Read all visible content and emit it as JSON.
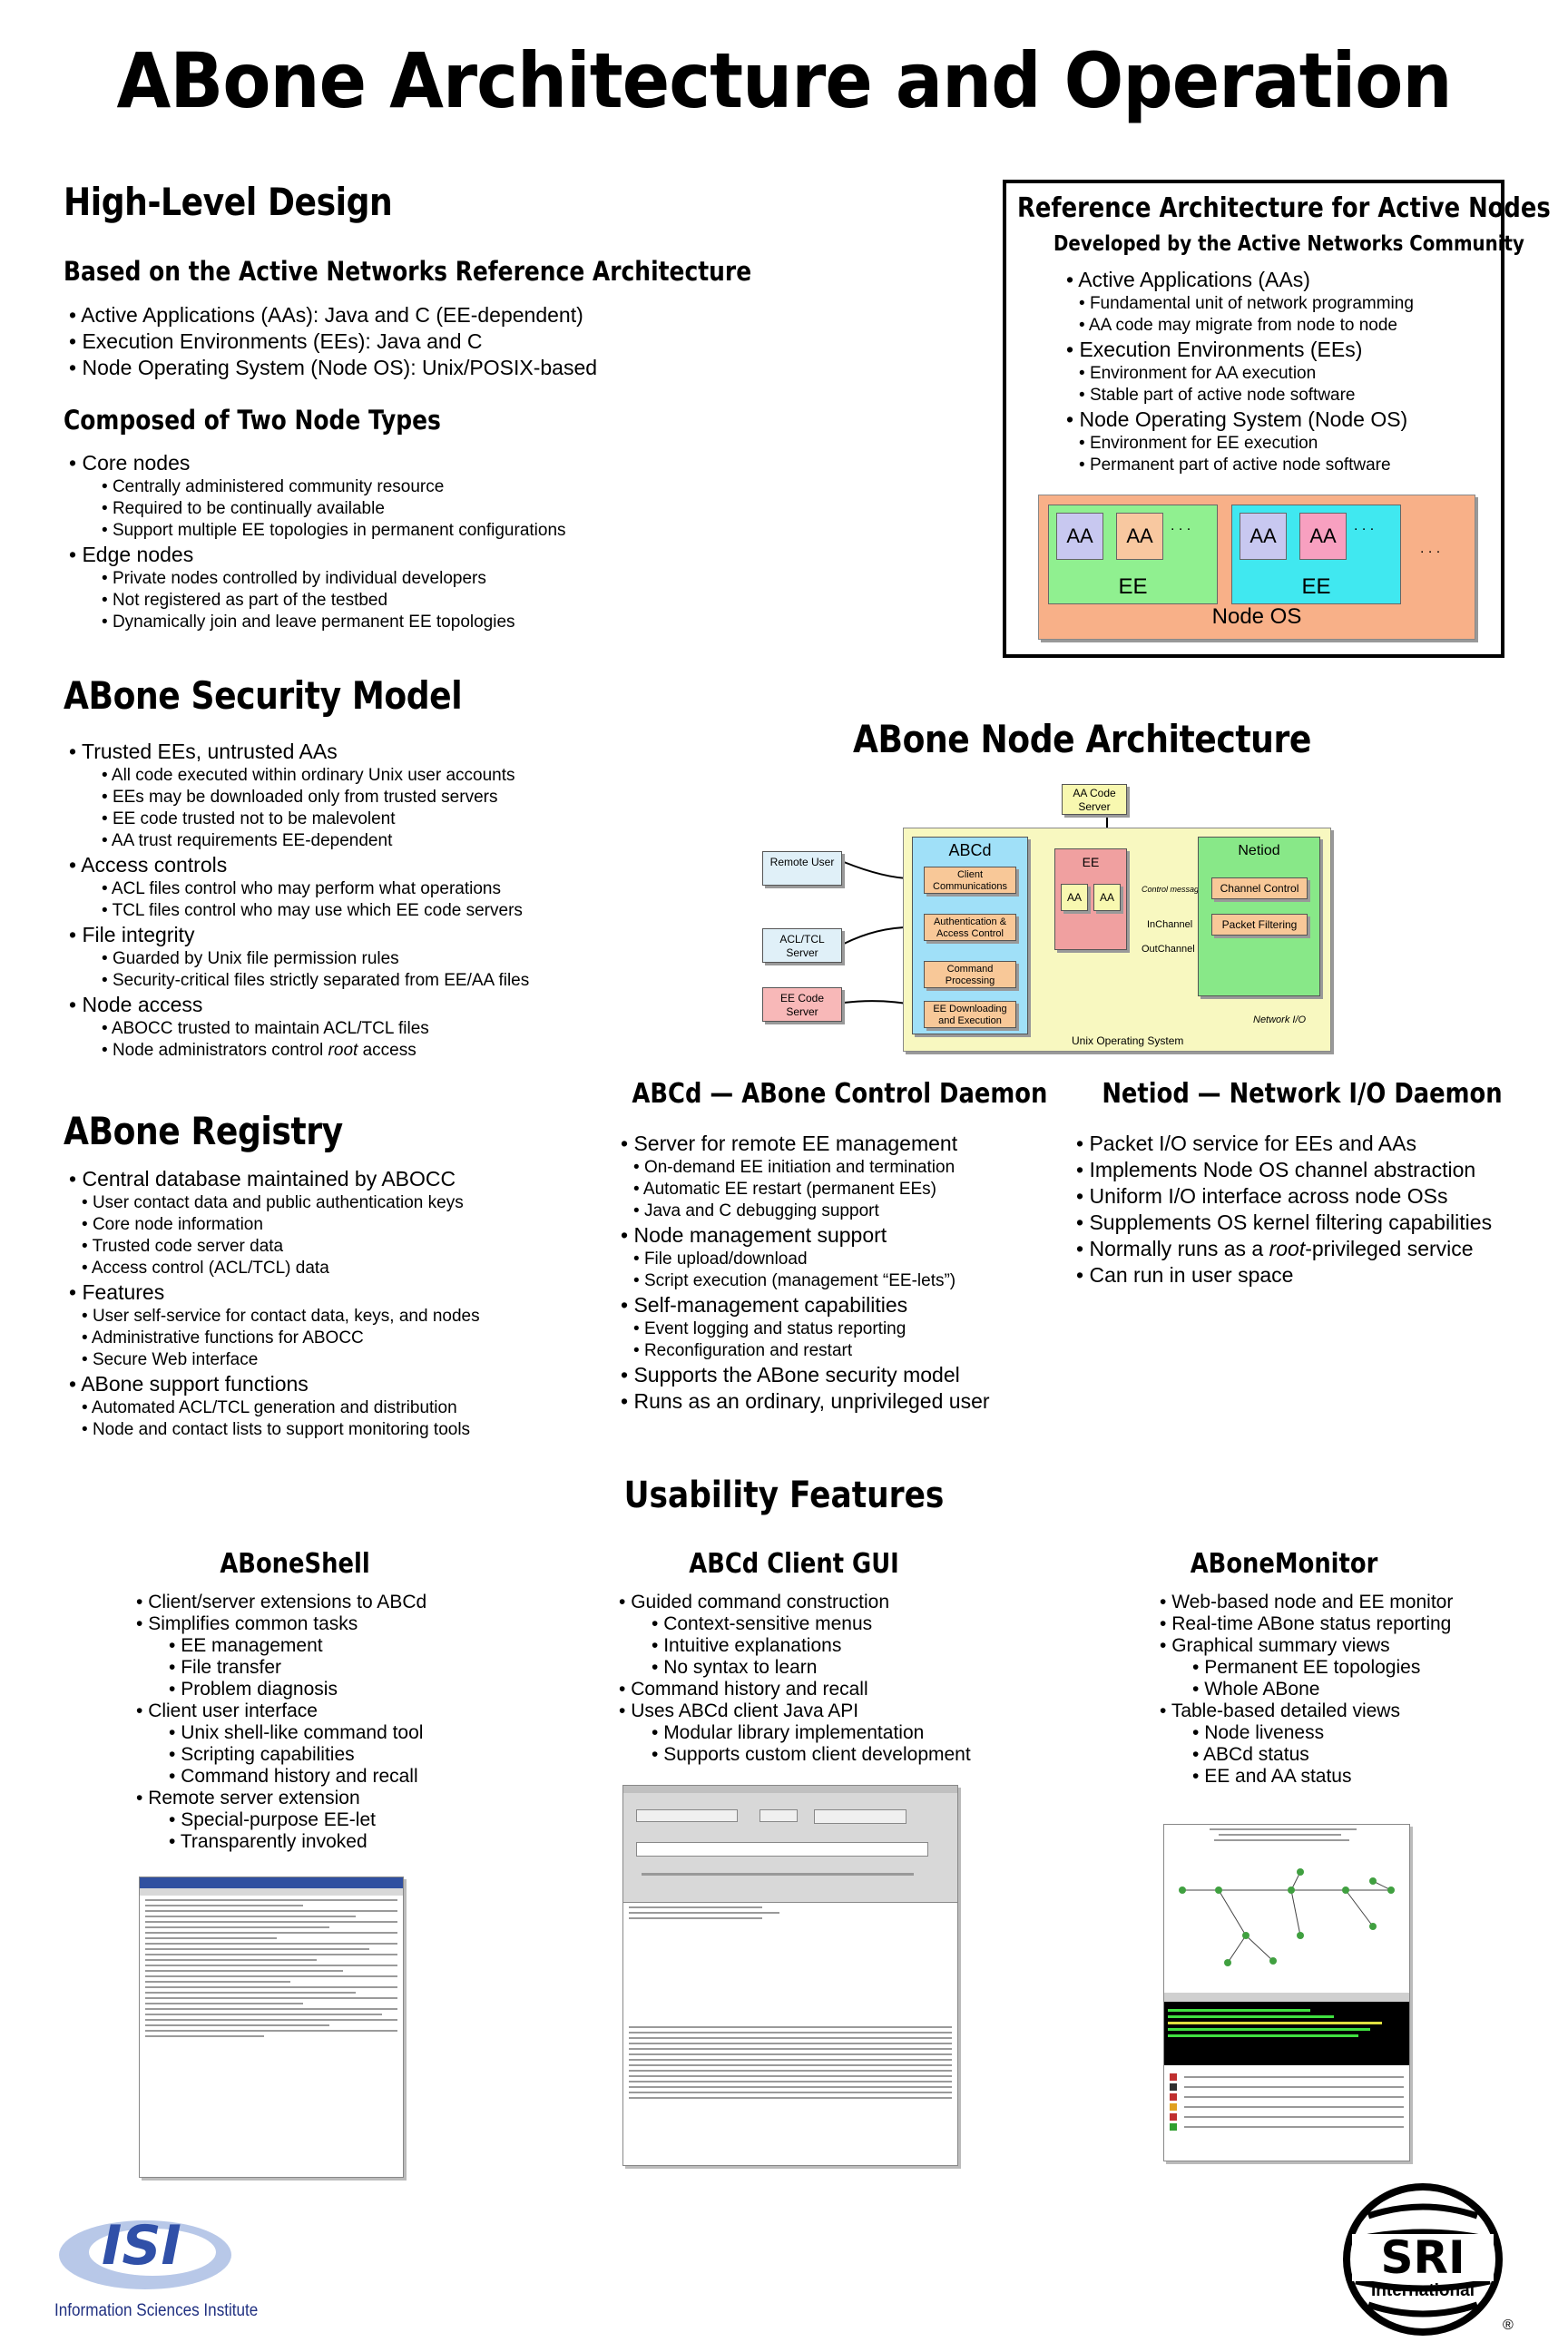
{
  "title": "ABone Architecture and Operation",
  "high_level": {
    "heading": "High-Level Design",
    "sub1": "Based on the Active Networks Reference Architecture",
    "sub1_items": [
      "Active Applications (AAs): Java and C (EE-dependent)",
      "Execution Environments (EEs): Java and C",
      "Node Operating System (Node OS): Unix/POSIX-based"
    ],
    "sub2": "Composed of Two Node Types",
    "core": "Core nodes",
    "core_items": [
      "Centrally administered community resource",
      "Required to be continually available",
      "Support multiple EE topologies in permanent configurations"
    ],
    "edge": "Edge nodes",
    "edge_items": [
      "Private nodes controlled by individual developers",
      "Not registered as part of the testbed",
      "Dynamically join and leave permanent EE topologies"
    ]
  },
  "reference": {
    "title": "Reference Architecture for Active Nodes",
    "subtitle": "Developed by the Active Networks Community",
    "aa": "Active Applications (AAs)",
    "aa_items": [
      "Fundamental unit of network programming",
      "AA code may migrate from node to node"
    ],
    "ee": "Execution Environments (EEs)",
    "ee_items": [
      "Environment for AA execution",
      "Stable part of active node software"
    ],
    "os": "Node Operating System (Node OS)",
    "os_items": [
      "Environment for EE execution",
      "Permanent part of active node software"
    ],
    "diagram": {
      "aa": "AA",
      "ee": "EE",
      "node_os": "Node OS",
      "dots": ". . ."
    }
  },
  "security": {
    "heading": "ABone Security Model",
    "g1": "Trusted EEs, untrusted AAs",
    "g1_items": [
      "All code executed within ordinary Unix user accounts",
      "EEs may be downloaded only from trusted servers",
      "EE code trusted not to be malevolent",
      "AA trust requirements EE-dependent"
    ],
    "g2": "Access controls",
    "g2_items": [
      "ACL files control who may perform what operations",
      "TCL files control who may use which EE code servers"
    ],
    "g3": "File integrity",
    "g3_items": [
      "Guarded by Unix file permission rules",
      "Security-critical files strictly separated from EE/AA files"
    ],
    "g4": "Node access",
    "g4_items": [
      "ABOCC trusted to maintain ACL/TCL files"
    ],
    "g4_last_pre": "Node administrators control ",
    "g4_last_em": "root",
    "g4_last_post": " access"
  },
  "node_arch": {
    "heading": "ABone Node Architecture",
    "aa_code_server": "AA Code Server",
    "remote_user": "Remote User",
    "acl_tcl_server": "ACL/TCL Server",
    "ee_code_server": "EE Code Server",
    "abcd": "ABCd",
    "client_comm": "Client Communications",
    "auth": "Authentication & Access Control",
    "cmd": "Command Processing",
    "ee_dl": "EE Downloading and Execution",
    "ee": "EE",
    "aa": "AA",
    "control_messages": "Control messages",
    "inchannel": "InChannel",
    "outchannel": "OutChannel",
    "netiod": "Netiod",
    "channel_control": "Channel Control",
    "packet_filtering": "Packet Filtering",
    "network_io": "Network I/O",
    "unix_os": "Unix Operating System"
  },
  "registry": {
    "heading": "ABone Registry",
    "g1": "Central database maintained by ABOCC",
    "g1_items": [
      "User contact data and public authentication keys",
      "Core node information",
      "Trusted code server data",
      "Access control (ACL/TCL) data"
    ],
    "g2": "Features",
    "g2_items": [
      "User self-service for contact data, keys, and nodes",
      "Administrative functions for ABOCC",
      "Secure Web interface"
    ],
    "g3": "ABone support functions",
    "g3_items": [
      "Automated ACL/TCL generation and distribution",
      "Node and contact lists to support monitoring tools"
    ]
  },
  "abcd": {
    "heading": "ABCd — ABone Control Daemon",
    "g1": "Server for remote EE management",
    "g1_items": [
      "On-demand EE initiation and termination",
      "Automatic EE restart (permanent EEs)",
      "Java and C debugging support"
    ],
    "g2": "Node management support",
    "g2_items": [
      "File upload/download",
      "Script execution (management “EE-lets”)"
    ],
    "g3": "Self-management capabilities",
    "g3_items": [
      "Event logging and status reporting",
      "Reconfiguration and restart"
    ],
    "g4": "Supports the ABone security model",
    "g5": "Runs as an ordinary, unprivileged user"
  },
  "netiod": {
    "heading": "Netiod — Network I/O Daemon",
    "items": [
      "Packet I/O service for EEs and AAs",
      "Implements Node OS channel abstraction",
      "Uniform I/O interface across node OSs",
      "Supplements OS kernel filtering capabilities"
    ],
    "root_pre": "Normally runs as a ",
    "root_em": "root",
    "root_post": "-privileged service",
    "last": "Can run in user space"
  },
  "usability": {
    "heading": "Usability Features",
    "shell": {
      "heading": "ABoneShell",
      "a": "Client/server extensions to ABCd",
      "b": "Simplifies common tasks",
      "b_items": [
        "EE management",
        "File transfer",
        "Problem diagnosis"
      ],
      "c": "Client user interface",
      "c_items": [
        "Unix shell-like command tool",
        "Scripting capabilities",
        "Command history and recall"
      ],
      "d": "Remote server extension",
      "d_items": [
        "Special-purpose EE-let",
        "Transparently invoked"
      ]
    },
    "gui": {
      "heading": "ABCd Client GUI",
      "a": "Guided command construction",
      "a_items": [
        "Context-sensitive menus",
        "Intuitive explanations",
        "No syntax to learn"
      ],
      "b": "Command history and recall",
      "c": "Uses ABCd client Java API",
      "c_items": [
        "Modular library implementation",
        "Supports custom client development"
      ]
    },
    "monitor": {
      "heading": "ABoneMonitor",
      "a": "Web-based node and EE monitor",
      "b": "Real-time ABone status reporting",
      "c": "Graphical summary views",
      "c_items": [
        "Permanent EE topologies",
        "Whole ABone"
      ],
      "d": "Table-based detailed views",
      "d_items": [
        "Node liveness",
        "ABCd status",
        "EE and AA status"
      ]
    }
  },
  "logos": {
    "isi_mark": "ISI",
    "isi_text": "Information Sciences Institute",
    "sri_mark": "SRI",
    "sri_text": "International",
    "registered": "®"
  },
  "colors": {
    "aa_purple": "#c8c8f0",
    "aa_orange": "#f8c8a0",
    "ee_green": "#90f090",
    "ee_cyan": "#40e8f0",
    "node_os": "#f8b088",
    "unix_os": "#f8f8c0",
    "abcd_bg": "#a0e0f8",
    "netiod_bg": "#88e888",
    "box_orange": "#f8c898",
    "ee_red": "#f0a0a0",
    "server_yellow": "#f8f8b0",
    "server_blue": "#e0f0f8",
    "server_pink": "#f8b8b8"
  }
}
